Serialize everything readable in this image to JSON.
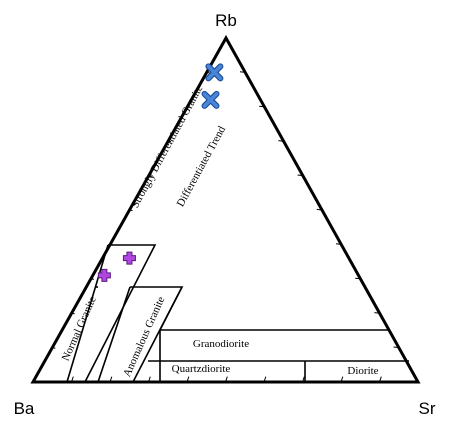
{
  "chart_data": {
    "type": "ternary",
    "vertices": {
      "top": "Rb",
      "left": "Ba",
      "right": "Sr"
    },
    "field_labels": {
      "strongly_differentiated_granite": "Strongly Differentiated Granite",
      "differentiated_trend": "Differentiated  Trend",
      "normal_granite": "Normal Granite",
      "anomalous_granite": "Anomalous Granite",
      "granodiorite": "Granodiorite",
      "quartzdiorite": "Quartzdiorite",
      "diorite": "Diorite"
    },
    "series": [
      {
        "marker": "x",
        "color": "#4a86d8",
        "points": [
          {
            "Rb": 0.9,
            "Ba": 0.08,
            "Sr": 0.02
          },
          {
            "Rb": 0.82,
            "Ba": 0.13,
            "Sr": 0.05
          }
        ]
      },
      {
        "marker": "plus",
        "color": "#b048e0",
        "points": [
          {
            "Rb": 0.36,
            "Ba": 0.57,
            "Sr": 0.07
          },
          {
            "Rb": 0.31,
            "Ba": 0.66,
            "Sr": 0.03
          }
        ]
      }
    ],
    "grid": false
  }
}
